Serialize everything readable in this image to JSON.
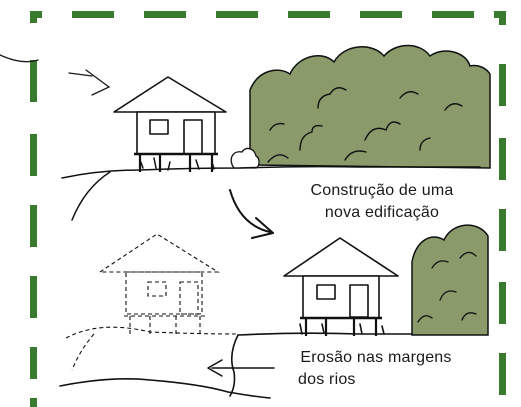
{
  "captions": {
    "construction_line1": "Construção de uma",
    "construction_line2": "nova edificação",
    "erosion_line1": "Erosão nas margens",
    "erosion_line2": "dos rios"
  },
  "colors": {
    "frame_dash": "#3a7a2e",
    "vegetation": "#8a9a6a",
    "ink": "#111111"
  },
  "icons": [
    "house-icon",
    "ghost-house-icon",
    "bush-icon",
    "curved-arrow-icon"
  ]
}
